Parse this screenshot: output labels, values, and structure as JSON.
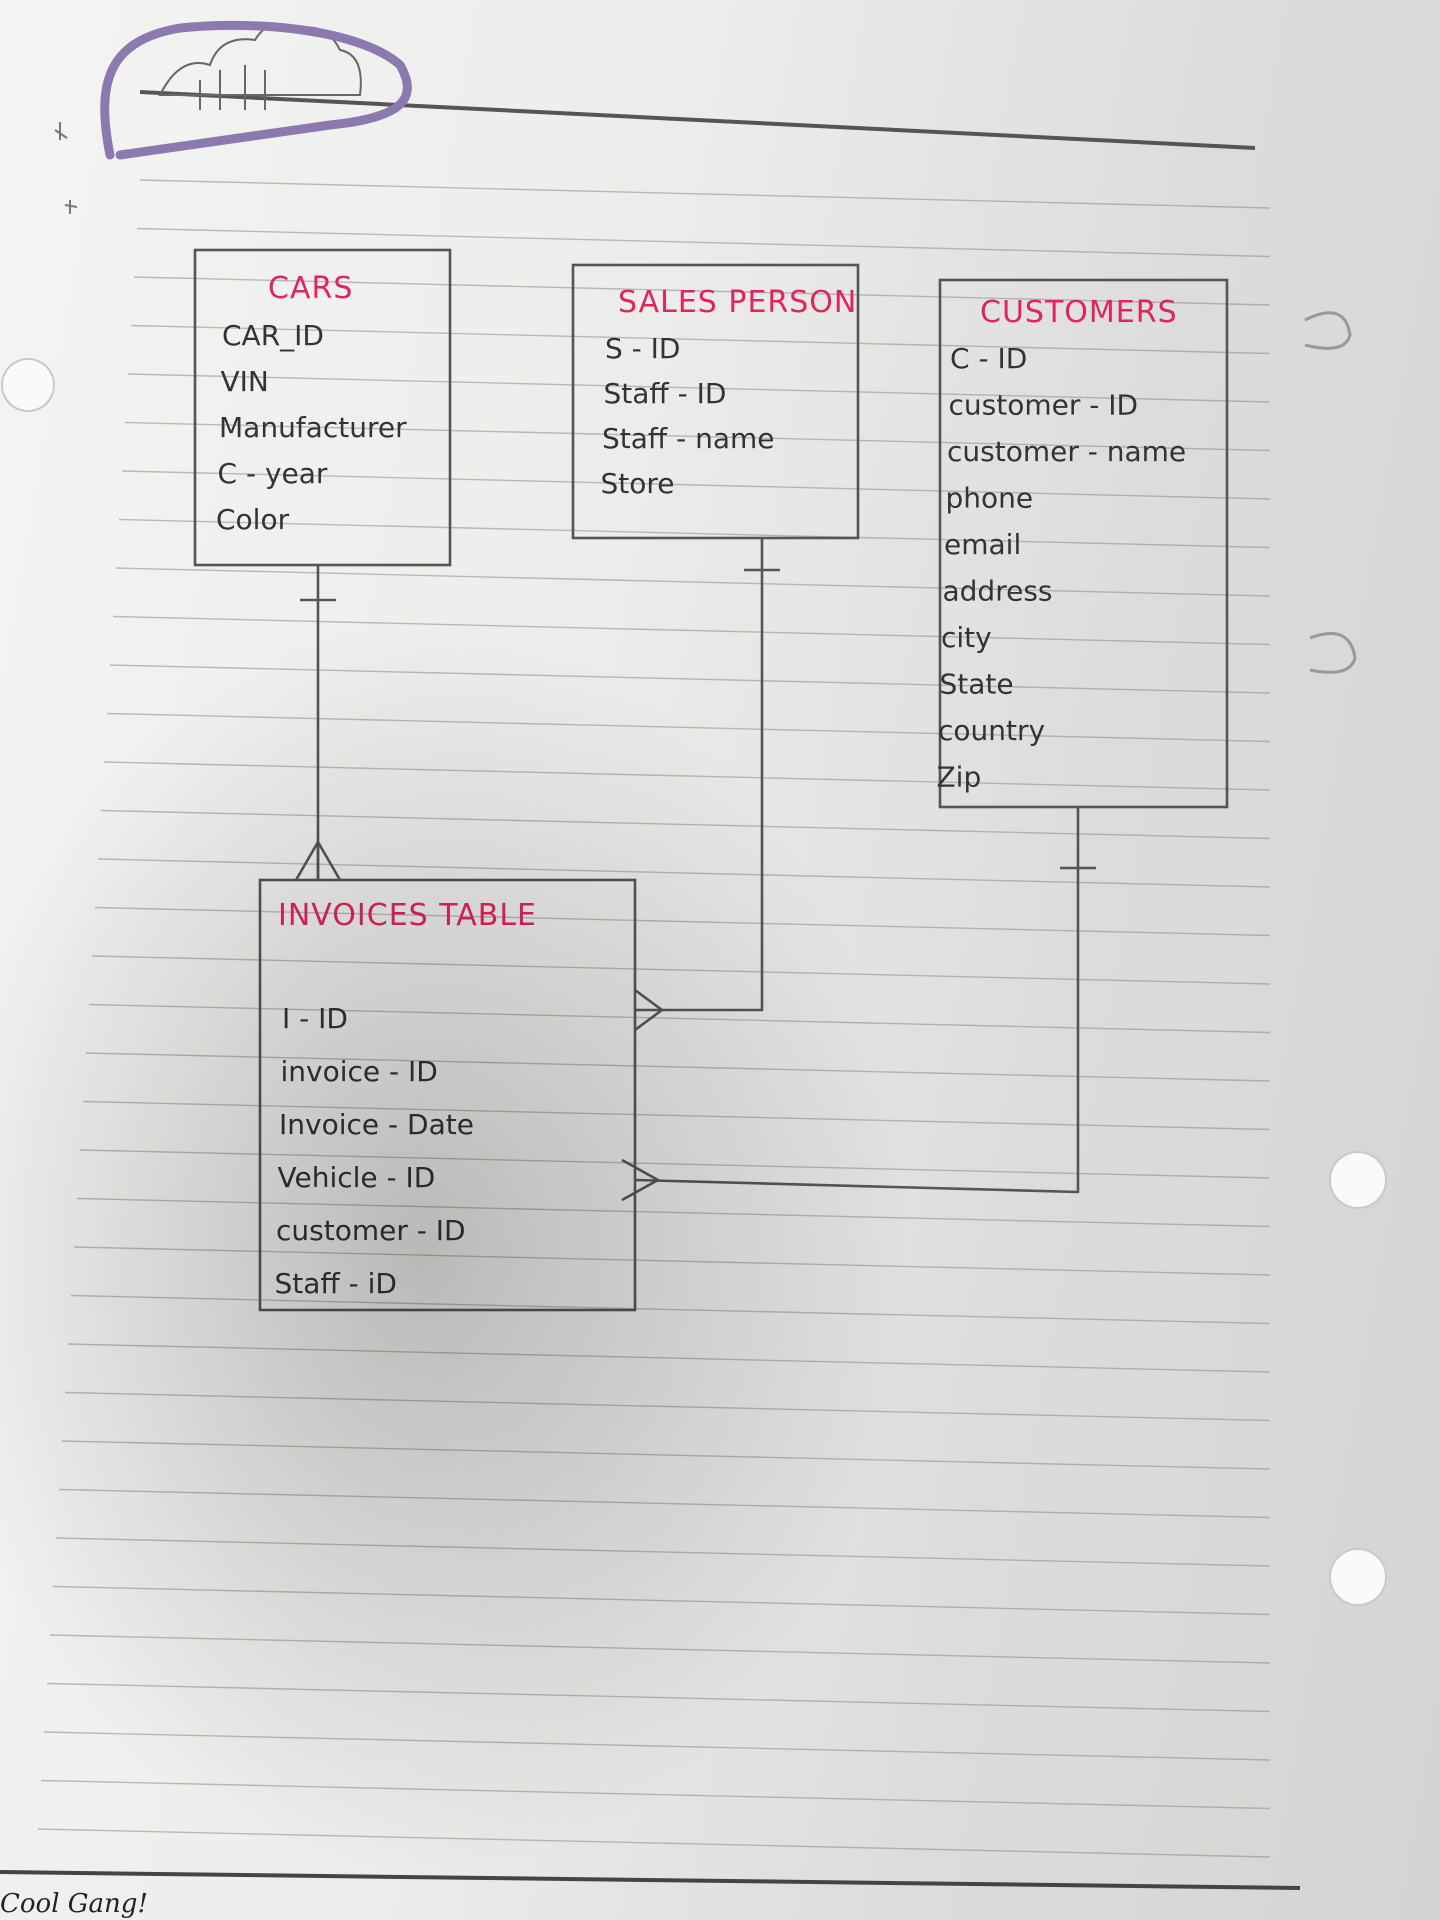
{
  "entities": {
    "cars": {
      "title": "CARS",
      "fields": [
        "CAR_ID",
        "VIN",
        "Manufacturer",
        "C - year",
        "Color"
      ]
    },
    "sales_person": {
      "title": "SALES PERSON",
      "fields": [
        "S - ID",
        "Staff - ID",
        "Staff - name",
        "Store"
      ]
    },
    "customers": {
      "title": "CUSTOMERS",
      "fields": [
        "C - ID",
        "customer - ID",
        "customer - name",
        "phone",
        "email",
        "address",
        "city",
        "State",
        "country",
        "Zip"
      ]
    },
    "invoices": {
      "title": "INVOICES TABLE",
      "fields": [
        "I - ID",
        "invoice - ID",
        "Invoice - Date",
        "Vehicle - ID",
        "customer - ID",
        "Staff - iD"
      ]
    }
  },
  "footer_text": "Cool Gang!",
  "colors": {
    "title_ink": "#e0245e",
    "pencil": "#555555",
    "paper": "#f2f2f0",
    "binder_clip": "#8a7ab0"
  }
}
